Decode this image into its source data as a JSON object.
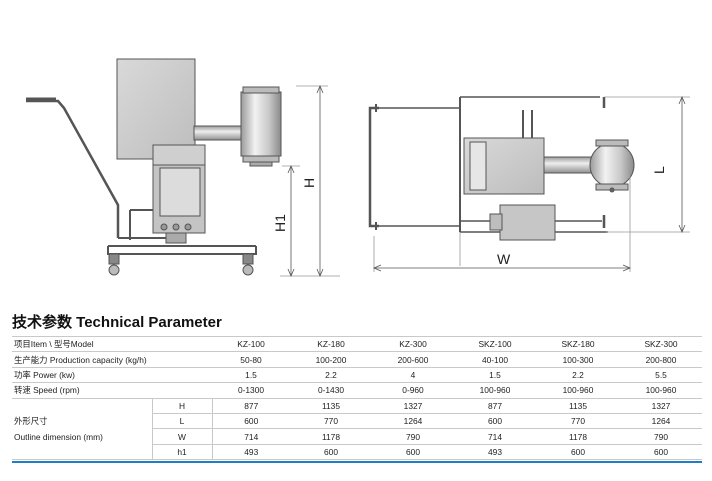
{
  "drawing": {
    "labels": {
      "h": "H",
      "h1": "H1",
      "w": "W",
      "l": "L"
    }
  },
  "section_title": "技术参数 Technical Parameter",
  "table": {
    "header_label": "项目Item \\  型号Model",
    "models": [
      "KZ-100",
      "KZ-180",
      "KZ-300",
      "SKZ-100",
      "SKZ-180",
      "SKZ-300"
    ],
    "rows": {
      "capacity": {
        "label": "生产能力 Production capacity (kg/h)",
        "values": [
          "50-80",
          "100-200",
          "200-600",
          "40-100",
          "100-300",
          "200-800"
        ]
      },
      "power": {
        "label": "功率 Power (kw)",
        "values": [
          "1.5",
          "2.2",
          "4",
          "1.5",
          "2.2",
          "5.5"
        ]
      },
      "speed": {
        "label": "转速 Speed (rpm)",
        "values": [
          "0-1300",
          "0-1430",
          "0-960",
          "100-960",
          "100-960",
          "100-960"
        ]
      }
    },
    "outline": {
      "label_cn": "外形尺寸",
      "label_en": "Outline dimension (mm)",
      "dims": [
        {
          "name": "H",
          "values": [
            "877",
            "1135",
            "1327",
            "877",
            "1135",
            "1327"
          ]
        },
        {
          "name": "L",
          "values": [
            "600",
            "770",
            "1264",
            "600",
            "770",
            "1264"
          ]
        },
        {
          "name": "W",
          "values": [
            "714",
            "1178",
            "790",
            "714",
            "1178",
            "790"
          ]
        },
        {
          "name": "h1",
          "values": [
            "493",
            "600",
            "600",
            "493",
            "600",
            "600"
          ]
        }
      ]
    }
  },
  "colors": {
    "accent_bar": "#1e7fc6",
    "line": "#555555",
    "grid": "#c9c9c9"
  }
}
